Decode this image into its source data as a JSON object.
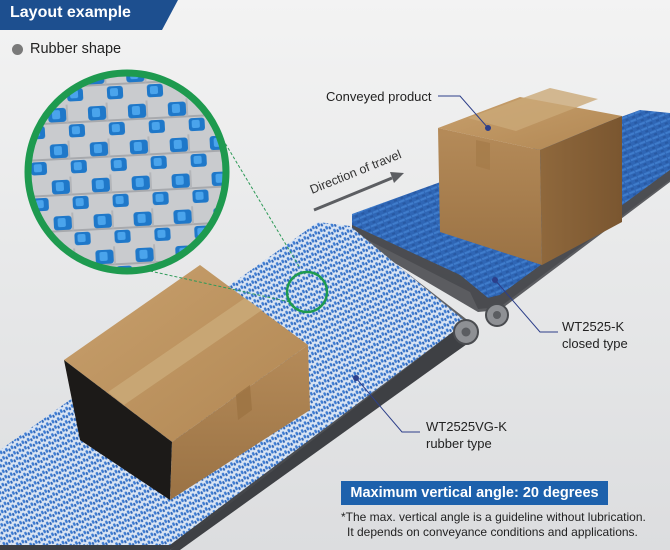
{
  "header": {
    "title": "Layout example"
  },
  "inset": {
    "heading": "Rubber shape"
  },
  "callouts": {
    "conveyed_product": "Conveyed product",
    "direction": "Direction of travel",
    "closed_model": "WT2525-K",
    "closed_type": "closed type",
    "rubber_model": "WT2525VG-K",
    "rubber_type": "rubber type"
  },
  "spec": {
    "max_angle": "Maximum vertical angle: 20 degrees"
  },
  "footnote": {
    "line1": "*The max. vertical angle is a guideline without lubrication.",
    "line2": "It depends on conveyance conditions and applications."
  },
  "colors": {
    "header_tab": "#1d4f8f",
    "belt_blue": "#2f66b5",
    "inset_ring": "#1e9a4f",
    "box_cardboard": "#b48a58",
    "highlight_box": "#1d61ac"
  }
}
